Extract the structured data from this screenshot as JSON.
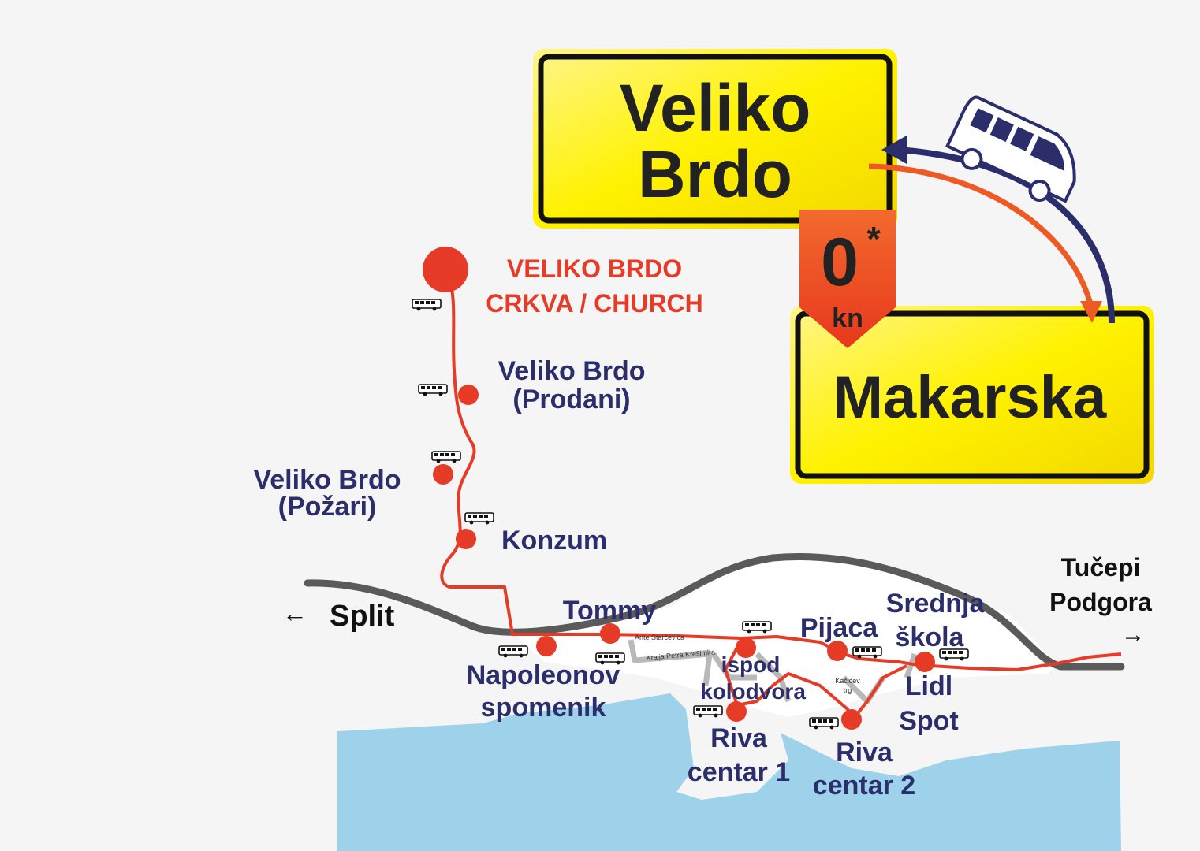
{
  "colors": {
    "route": "#e63b27",
    "stop": "#e63b27",
    "navy_text": "#2b2e6b",
    "sign_yellow": "#fff200",
    "sign_border": "#111111",
    "sea": "#9dd2ea",
    "road": "#5a5a5a",
    "badge": "#ee5a24"
  },
  "signs": {
    "origin_line1": "Veliko",
    "origin_line2": "Brdo",
    "destination": "Makarska",
    "price_value": "0",
    "price_mark": "*",
    "price_unit": "kn"
  },
  "directions": {
    "west": "Split",
    "west_arrow": "←",
    "east_line1": "Tučepi",
    "east_line2": "Podgora",
    "east_arrow": "→"
  },
  "stops": {
    "start_line1": "VELIKO BRDO",
    "start_line2": "CRKVA / CHURCH",
    "prodani_line1": "Veliko Brdo",
    "prodani_line2": "(Prodani)",
    "pozari_line1": "Veliko Brdo",
    "pozari_line2": "(Požari)",
    "konzum": "Konzum",
    "tommy": "Tommy",
    "napoleonov_line1": "Napoleonov",
    "napoleonov_line2": "spomenik",
    "ispod_line1": "ispod",
    "ispod_line2": "kolodvora",
    "pijaca": "Pijaca",
    "srednja_line1": "Srednja",
    "srednja_line2": "škola",
    "lidl_line1": "Lidl",
    "lidl_line2": "Spot",
    "riva1_line1": "Riva",
    "riva1_line2": "centar 1",
    "riva2_line1": "Riva",
    "riva2_line2": "centar 2"
  },
  "streets": {
    "ante": "Ante Starčevića",
    "kralja": "Kralja Petra Krešimira",
    "kacicev_line1": "Kačićev",
    "kacicev_line2": "trg"
  },
  "icons": {
    "bus": "bus-icon",
    "van": "minibus-icon",
    "route_arrows": "round-trip-arrows-icon"
  }
}
